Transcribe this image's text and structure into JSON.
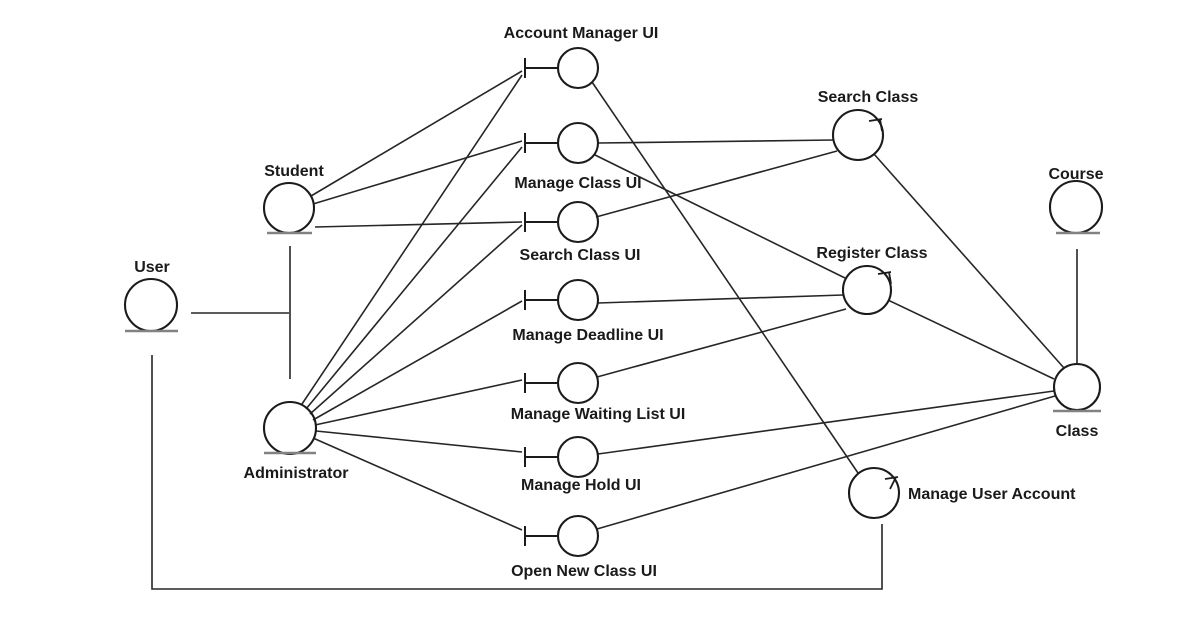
{
  "diagram": {
    "kind": "uml-robustness-diagram",
    "actors": {
      "user": {
        "label": "User",
        "symbol": "entity-circle-underline"
      },
      "student": {
        "label": "Student",
        "symbol": "entity-circle-underline"
      },
      "administrator": {
        "label": "Administrator",
        "symbol": "entity-circle-underline"
      }
    },
    "boundaries": {
      "account_manager_ui": {
        "label": "Account Manager UI"
      },
      "manage_class_ui": {
        "label": "Manage Class UI"
      },
      "search_class_ui": {
        "label": "Search Class UI"
      },
      "manage_deadline_ui": {
        "label": "Manage Deadline UI"
      },
      "manage_waiting_list_ui": {
        "label": "Manage Waiting List UI"
      },
      "manage_hold_ui": {
        "label": "Manage Hold UI"
      },
      "open_new_class_ui": {
        "label": "Open New Class UI"
      }
    },
    "controls": {
      "search_class": {
        "label": "Search Class"
      },
      "register_class": {
        "label": "Register Class"
      },
      "manage_user_account": {
        "label": "Manage User Account"
      }
    },
    "entities": {
      "course": {
        "label": "Course"
      },
      "class": {
        "label": "Class"
      }
    },
    "colors": {
      "background": "#ffffff",
      "line": "#262626",
      "symbol": "#1b1b1b",
      "entity_underline": "#828282",
      "text": "#1a1a1a"
    },
    "connections": [
      {
        "from": "User",
        "to": "Student",
        "type": "generalization"
      },
      {
        "from": "User",
        "to": "Administrator",
        "type": "generalization"
      },
      {
        "from": "Student",
        "to": "Account Manager UI",
        "type": "association"
      },
      {
        "from": "Student",
        "to": "Manage Class UI",
        "type": "association"
      },
      {
        "from": "Student",
        "to": "Search Class UI",
        "type": "association"
      },
      {
        "from": "Administrator",
        "to": "Account Manager UI",
        "type": "association"
      },
      {
        "from": "Administrator",
        "to": "Manage Class UI",
        "type": "association"
      },
      {
        "from": "Administrator",
        "to": "Search Class UI",
        "type": "association"
      },
      {
        "from": "Administrator",
        "to": "Manage Deadline UI",
        "type": "association"
      },
      {
        "from": "Administrator",
        "to": "Manage Waiting List UI",
        "type": "association"
      },
      {
        "from": "Administrator",
        "to": "Manage Hold UI",
        "type": "association"
      },
      {
        "from": "Administrator",
        "to": "Open New Class UI",
        "type": "association"
      },
      {
        "from": "Account Manager UI",
        "to": "Manage User Account",
        "type": "association"
      },
      {
        "from": "Manage Class UI",
        "to": "Search Class",
        "type": "association"
      },
      {
        "from": "Manage Class UI",
        "to": "Register Class",
        "type": "association"
      },
      {
        "from": "Search Class UI",
        "to": "Search Class",
        "type": "association"
      },
      {
        "from": "Manage Deadline UI",
        "to": "Register Class",
        "type": "association"
      },
      {
        "from": "Manage Waiting List UI",
        "to": "Register Class",
        "type": "association"
      },
      {
        "from": "Manage Hold UI",
        "to": "Class",
        "type": "association"
      },
      {
        "from": "Open New Class UI",
        "to": "Class",
        "type": "association"
      },
      {
        "from": "Search Class",
        "to": "Class",
        "type": "association"
      },
      {
        "from": "Register Class",
        "to": "Class",
        "type": "association"
      },
      {
        "from": "Course",
        "to": "Class",
        "type": "association"
      },
      {
        "from": "User",
        "to": "Manage User Account",
        "type": "association-routed-bottom"
      }
    ]
  }
}
